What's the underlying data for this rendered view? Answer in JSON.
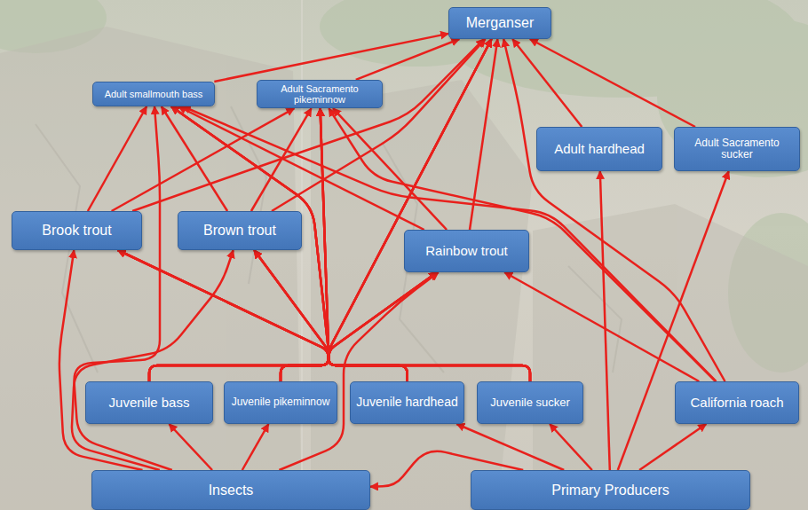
{
  "diagram": {
    "nodes": [
      {
        "text": [
          "Merganser"
        ]
      },
      {
        "text": [
          "Adult smallmouth bass"
        ]
      },
      {
        "text": [
          "Adult Sacramento pikeminnow"
        ]
      },
      {
        "text": [
          "Adult hardhead"
        ]
      },
      {
        "text": [
          "Adult Sacramento sucker"
        ]
      },
      {
        "text": [
          "Brook trout"
        ]
      },
      {
        "text": [
          "Brown trout"
        ]
      },
      {
        "text": [
          "Rainbow trout"
        ]
      },
      {
        "text": [
          "Juvenile bass"
        ]
      },
      {
        "text": [
          "Juvenile pikeminnow"
        ]
      },
      {
        "text": [
          "Juvenile hardhead"
        ]
      },
      {
        "text": [
          "Juvenile sucker"
        ]
      },
      {
        "text": [
          "California roach"
        ]
      },
      {
        "text": [
          "Insects"
        ]
      },
      {
        "text": [
          "Primary Producers"
        ]
      }
    ],
    "edges": [
      {
        "from": 13,
        "to": 8,
        "arrow": "to"
      },
      {
        "from": 13,
        "to": 9,
        "arrow": "to"
      },
      {
        "from": 13,
        "to": 5,
        "arrow": "to"
      },
      {
        "from": 13,
        "to": 6,
        "arrow": "to"
      },
      {
        "from": 13,
        "to": 1,
        "arrow": "to"
      },
      {
        "from": 13,
        "to": 7,
        "arrow": "to"
      },
      {
        "from": 14,
        "to": 13,
        "arrow": "to"
      },
      {
        "from": 14,
        "to": 10,
        "arrow": "to"
      },
      {
        "from": 14,
        "to": 11,
        "arrow": "to"
      },
      {
        "from": 14,
        "to": 12,
        "arrow": "to"
      },
      {
        "from": 14,
        "to": 3,
        "arrow": "to"
      },
      {
        "from": 14,
        "to": 4,
        "arrow": "to"
      },
      {
        "from": 12,
        "to": 0,
        "arrow": "to"
      },
      {
        "from": 12,
        "to": 1,
        "arrow": "to"
      },
      {
        "from": 12,
        "to": 2,
        "arrow": "to"
      },
      {
        "from": 12,
        "to": 7,
        "arrow": "to"
      },
      {
        "from": 7,
        "to": 0,
        "arrow": "to"
      },
      {
        "from": 7,
        "to": 1,
        "arrow": "to"
      },
      {
        "from": 7,
        "to": 2,
        "arrow": "to"
      },
      {
        "from": 5,
        "to": 1,
        "arrow": "to"
      },
      {
        "from": 5,
        "to": 2,
        "arrow": "to"
      },
      {
        "from": 5,
        "to": 0,
        "arrow": "to"
      },
      {
        "from": 6,
        "to": 1,
        "arrow": "to"
      },
      {
        "from": 6,
        "to": 2,
        "arrow": "to"
      },
      {
        "from": 6,
        "to": 0,
        "arrow": "to"
      },
      {
        "from": 1,
        "to": 0,
        "arrow": "to"
      },
      {
        "from": 2,
        "to": 0,
        "arrow": "to"
      },
      {
        "from": 3,
        "to": 0,
        "arrow": "to"
      },
      {
        "from": 4,
        "to": 0,
        "arrow": "to"
      },
      {
        "from": 8,
        "to": 5,
        "arrow": "to"
      },
      {
        "from": 8,
        "to": 6,
        "arrow": "to"
      },
      {
        "from": 8,
        "to": 7,
        "arrow": "to"
      },
      {
        "from": 8,
        "to": 1,
        "arrow": "to"
      },
      {
        "from": 8,
        "to": 2,
        "arrow": "to"
      },
      {
        "from": 8,
        "to": 0,
        "arrow": "to"
      },
      {
        "from": 9,
        "to": 5,
        "arrow": "to"
      },
      {
        "from": 9,
        "to": 6,
        "arrow": "to"
      },
      {
        "from": 9,
        "to": 7,
        "arrow": "to"
      },
      {
        "from": 9,
        "to": 1,
        "arrow": "to"
      },
      {
        "from": 9,
        "to": 2,
        "arrow": "to"
      },
      {
        "from": 9,
        "to": 0,
        "arrow": "to"
      },
      {
        "from": 10,
        "to": 5,
        "arrow": "to"
      },
      {
        "from": 10,
        "to": 6,
        "arrow": "to"
      },
      {
        "from": 10,
        "to": 7,
        "arrow": "to"
      },
      {
        "from": 10,
        "to": 1,
        "arrow": "to"
      },
      {
        "from": 10,
        "to": 2,
        "arrow": "to"
      },
      {
        "from": 10,
        "to": 0,
        "arrow": "to"
      },
      {
        "from": 11,
        "to": 5,
        "arrow": "to"
      },
      {
        "from": 11,
        "to": 6,
        "arrow": "to"
      },
      {
        "from": 11,
        "to": 7,
        "arrow": "to"
      },
      {
        "from": 11,
        "to": 1,
        "arrow": "to"
      },
      {
        "from": 11,
        "to": 2,
        "arrow": "to"
      },
      {
        "from": 11,
        "to": 0,
        "arrow": "to"
      }
    ]
  }
}
